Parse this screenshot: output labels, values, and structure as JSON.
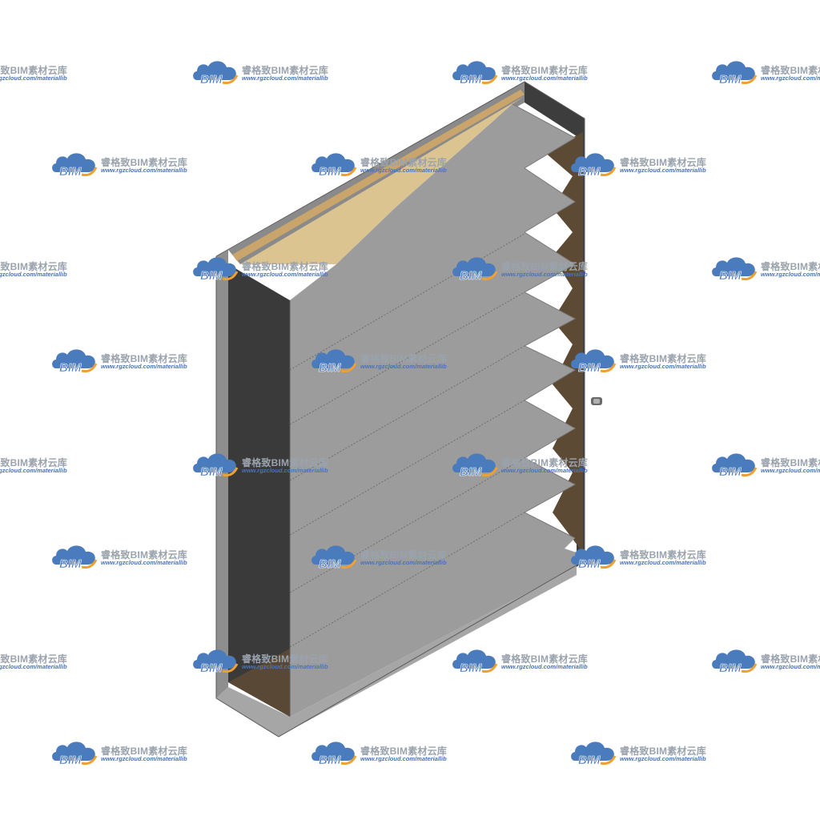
{
  "watermark": {
    "logo_text": "BIM",
    "title": "睿格致BIM素材云库",
    "url": "www.rgzcloud.com/materiallib",
    "cloud_color": "#4a7bbd",
    "accent_color": "#f0a030"
  },
  "model": {
    "louvre_count": 8,
    "colors": {
      "frame_light": "#8c8c8c",
      "frame_dark": "#3a3a3a",
      "blade": "#9c9c9c",
      "interior": "#5c4a35",
      "top_face": "#e2c88e"
    }
  }
}
